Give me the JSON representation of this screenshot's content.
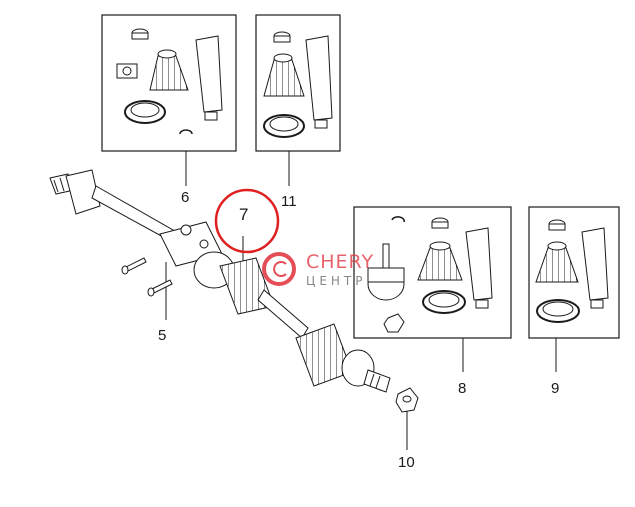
{
  "callouts": {
    "c5": "5",
    "c6": "6",
    "c7": "7",
    "c8": "8",
    "c9": "9",
    "c10": "10",
    "c11": "11"
  },
  "watermark": {
    "brand": "CHERY",
    "sub": "ЦЕНТР"
  },
  "colors": {
    "line": "#1a1a1a",
    "highlight_circle": "#e02020",
    "watermark": "#e0303a"
  }
}
